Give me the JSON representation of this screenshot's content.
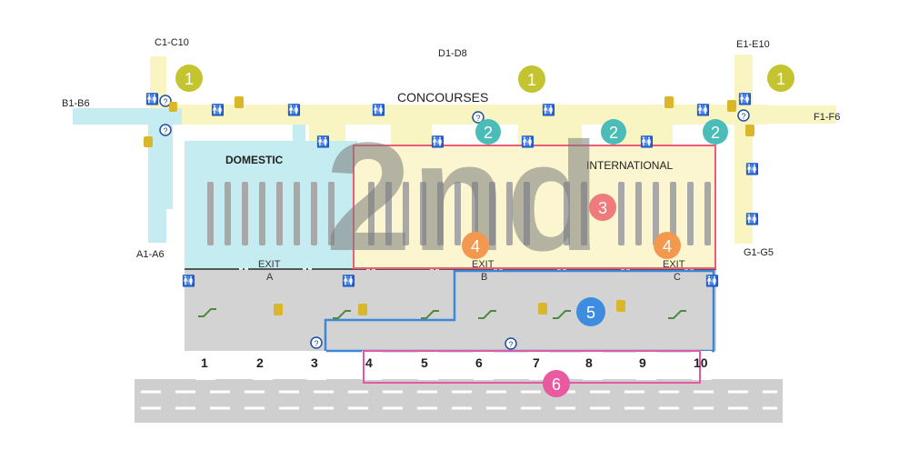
{
  "floor_label": "2nd",
  "concourses_title": "CONCOURSES",
  "zones": {
    "domestic": "DOMESTIC",
    "international": "INTERNATIONAL"
  },
  "gate_groups": {
    "b": "B1-B6",
    "c": "C1-C10",
    "d": "D1-D8",
    "e": "E1-E10",
    "f": "F1-F6",
    "a": "A1-A6",
    "g": "G1-G5"
  },
  "exits": [
    {
      "title": "EXIT",
      "letter": "A"
    },
    {
      "title": "EXIT",
      "letter": "B"
    },
    {
      "title": "EXIT",
      "letter": "C"
    }
  ],
  "markers": [
    {
      "num": "1",
      "color": "#c3c42f"
    },
    {
      "num": "1",
      "color": "#c3c42f"
    },
    {
      "num": "1",
      "color": "#c3c42f"
    },
    {
      "num": "2",
      "color": "#4bbcb7"
    },
    {
      "num": "2",
      "color": "#4bbcb7"
    },
    {
      "num": "2",
      "color": "#4bbcb7"
    },
    {
      "num": "3",
      "color": "#ef7b7d"
    },
    {
      "num": "4",
      "color": "#f2994f"
    },
    {
      "num": "4",
      "color": "#f2994f"
    },
    {
      "num": "5",
      "color": "#3d8ce0"
    },
    {
      "num": "6",
      "color": "#ea5aa0"
    }
  ],
  "curb_doors": [
    "1",
    "2",
    "3",
    "4",
    "5",
    "6",
    "7",
    "8",
    "9",
    "10"
  ],
  "colors": {
    "concourse": "#f8f5c3",
    "domestic_area": "#c5ecf1",
    "international_area": "#fbf6d0",
    "international_border": "#ee5b78",
    "ground_level": "#d3d3d3",
    "ground_border": "#3d86d8",
    "pickup_border": "#e25aa2",
    "road": "#cfcfcf"
  },
  "icons": [
    "restroom-icon",
    "info-icon",
    "luggage-icon",
    "escalator-icon"
  ]
}
